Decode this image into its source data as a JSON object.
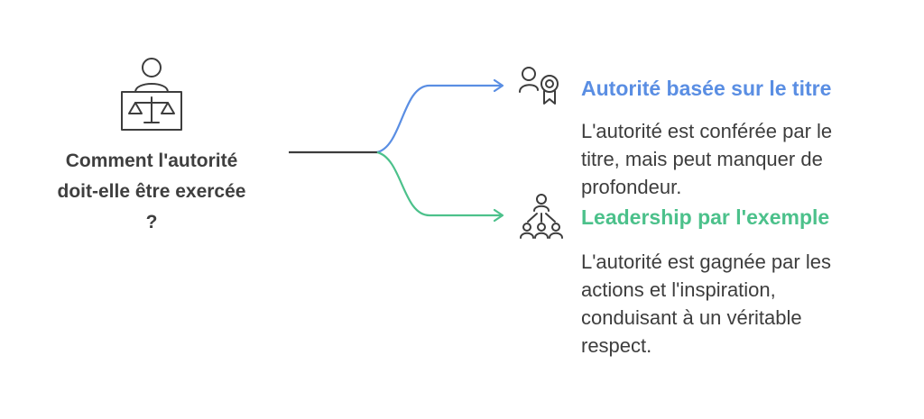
{
  "question": {
    "lines": [
      "Comment l'autorité",
      "doit-elle être exercée",
      "?"
    ],
    "icon": "judge-scales-icon"
  },
  "options": [
    {
      "title": "Autorité basée sur le titre",
      "description": [
        "L'autorité est conférée par le",
        "titre, mais peut manquer de",
        "profondeur."
      ],
      "color": "#5a8ee3",
      "icon": "person-certificate-icon"
    },
    {
      "title": "Leadership par l'exemple",
      "description": [
        "L'autorité est gagnée par les",
        "actions et l'inspiration,",
        "conduisant à un véritable",
        "respect."
      ],
      "color": "#4cc18b",
      "icon": "leader-group-icon"
    }
  ],
  "colors": {
    "text": "#3d3d3d",
    "trunk": "#3d3d3d"
  }
}
